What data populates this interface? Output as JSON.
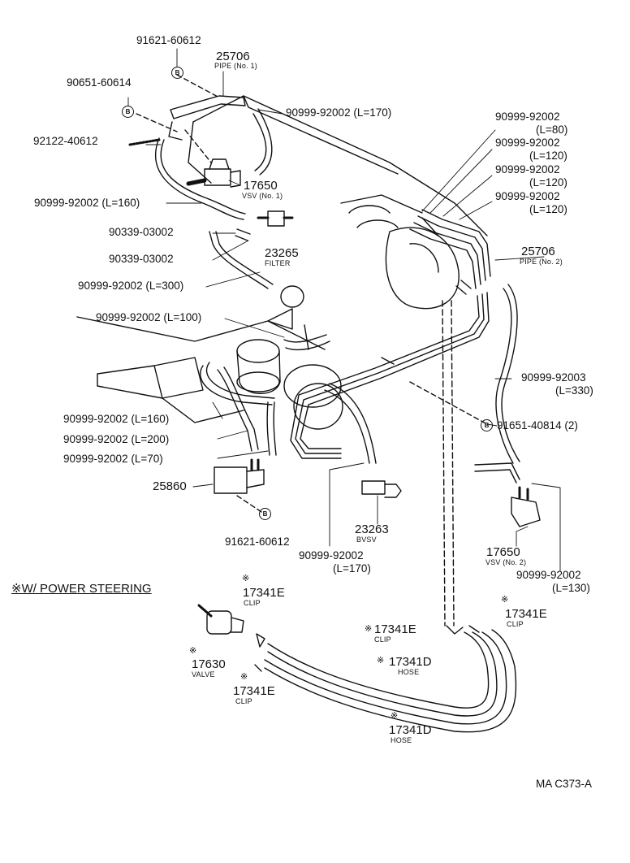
{
  "diagram": {
    "code": "MA C373-A",
    "section_title": "※W/ POWER STEERING",
    "bolt_marker": "B",
    "star_marker": "※",
    "parts": [
      {
        "id": "p1",
        "number": "91621-60612"
      },
      {
        "id": "p2",
        "number": "25706",
        "sub": "PIPE (No. 1)"
      },
      {
        "id": "p3",
        "number": "90651-60614"
      },
      {
        "id": "p4",
        "number": "90999-92002 (L=170)"
      },
      {
        "id": "p5",
        "number": "92122-40612"
      },
      {
        "id": "p6",
        "number": "17650",
        "sub": "VSV (No. 1)"
      },
      {
        "id": "p7",
        "number": "90999-92002 (L=160)"
      },
      {
        "id": "p8",
        "number": "90339-03002"
      },
      {
        "id": "p9",
        "number": "23265",
        "sub": "FILTER"
      },
      {
        "id": "p10",
        "number": "90339-03002"
      },
      {
        "id": "p11",
        "number": "90999-92002 (L=300)"
      },
      {
        "id": "p12",
        "number": "90999-92002 (L=100)"
      },
      {
        "id": "p13",
        "number": "90999-92002",
        "length": "(L=80)"
      },
      {
        "id": "p14",
        "number": "90999-92002",
        "length": "(L=120)"
      },
      {
        "id": "p15",
        "number": "90999-92002",
        "length": "(L=120)"
      },
      {
        "id": "p16",
        "number": "90999-92002",
        "length": "(L=120)"
      },
      {
        "id": "p17",
        "number": "25706",
        "sub": "PIPE (No. 2)"
      },
      {
        "id": "p18",
        "number": "90999-92003",
        "length": "(L=330)"
      },
      {
        "id": "p19",
        "number": "91651-40814 (2)"
      },
      {
        "id": "p20",
        "number": "90999-92002 (L=160)"
      },
      {
        "id": "p21",
        "number": "90999-92002 (L=200)"
      },
      {
        "id": "p22",
        "number": "90999-92002 (L=70)"
      },
      {
        "id": "p23",
        "number": "25860"
      },
      {
        "id": "p24",
        "number": "91621-60612"
      },
      {
        "id": "p25",
        "number": "23263",
        "sub": "BVSV"
      },
      {
        "id": "p26",
        "number": "90999-92002",
        "length": "(L=170)"
      },
      {
        "id": "p27",
        "number": "17650",
        "sub": "VSV (No. 2)"
      },
      {
        "id": "p28",
        "number": "90999-92002",
        "length": "(L=130)"
      },
      {
        "id": "p29",
        "number": "17341E",
        "sub": "CLIP"
      },
      {
        "id": "p30",
        "number": "17341E",
        "sub": "CLIP"
      },
      {
        "id": "p31",
        "number": "17341E",
        "sub": "CLIP"
      },
      {
        "id": "p32",
        "number": "17630",
        "sub": "VALVE"
      },
      {
        "id": "p33",
        "number": "17341D",
        "sub": "HOSE"
      },
      {
        "id": "p34",
        "number": "17341E",
        "sub": "CLIP"
      },
      {
        "id": "p35",
        "number": "17341D",
        "sub": "HOSE"
      }
    ]
  }
}
